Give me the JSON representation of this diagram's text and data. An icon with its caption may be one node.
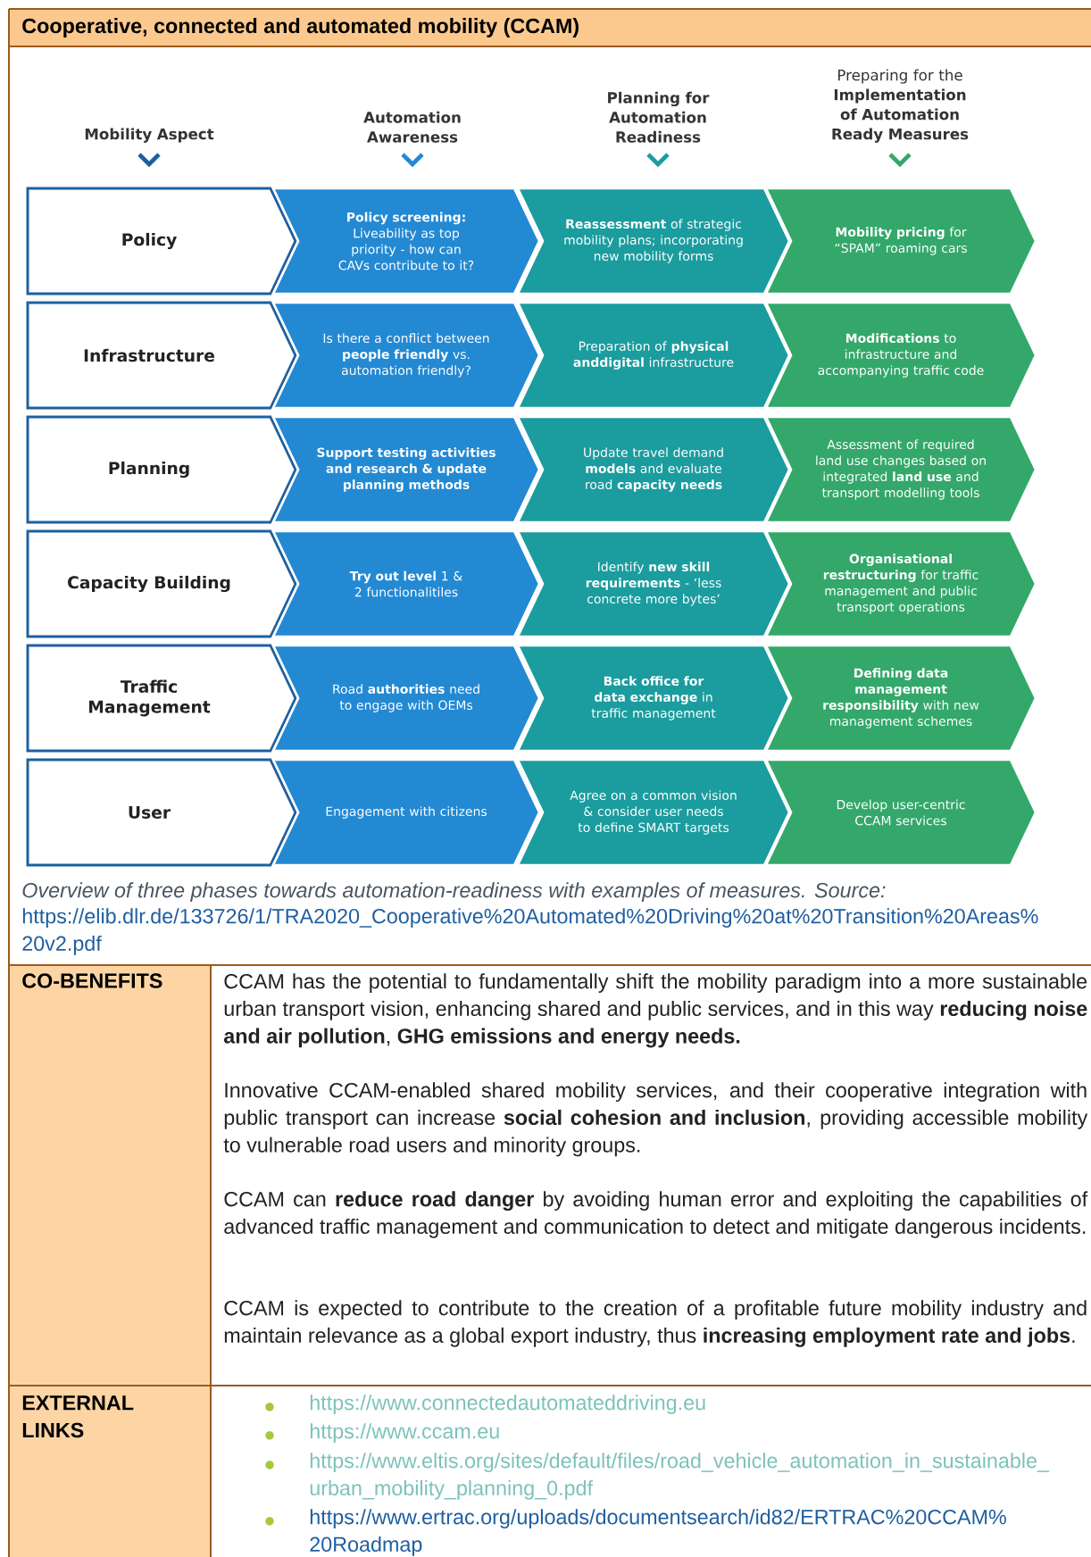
{
  "diagram": {
    "title": "Cooperative, connected and automated mobility (CCAM)",
    "caption": "Overview of three phases towards automation-readiness with examples of measures. Source:",
    "nodes": [
      {
        "text": [
          "Policy"
        ]
      },
      {
        "text": [
          "**Policy screening:** Liveability as top priority - how can CAVs contribute to it?"
        ]
      },
      {
        "text": [
          "**Reassessment** of strategic mobility plans; incorporating new mobility forms"
        ]
      },
      {
        "text": [
          "**Mobility pricing** for “SPAM” roaming cars"
        ]
      },
      {
        "text": [
          "Infrastructure"
        ]
      },
      {
        "text": [
          "Is there a conflict between **people friendly** vs. automation friendly?"
        ]
      },
      {
        "text": [
          "Preparation of **physical anddigital** infrastructure"
        ]
      },
      {
        "text": [
          "**Modifications** to infrastructure and accompanying traffic code"
        ]
      },
      {
        "text": [
          "Planning"
        ]
      },
      {
        "text": [
          "Support testing activities and research & update planning methods"
        ]
      },
      {
        "text": [
          "Update travel demand **models** and evaluate road **capacity needs**"
        ]
      },
      {
        "text": [
          "Assessment of required land use changes based on integrated **land use** and transport modelling tools"
        ]
      },
      {
        "text": [
          "Capacity Building"
        ]
      },
      {
        "text": [
          "**Try out level** 1 & 2 functionalitiles"
        ]
      },
      {
        "text": [
          "Identify **new skill requirements** - ‘less concrete more bytes’"
        ]
      },
      {
        "text": [
          "**Organisational restructuring** for traffic management and public transport operations"
        ]
      },
      {
        "text": [
          "Traffic Management"
        ]
      },
      {
        "text": [
          "Road **authorities** need to engage with OEMs"
        ]
      },
      {
        "text": [
          "**Back office for data exchange** in traffic management"
        ]
      },
      {
        "text": [
          "**Defining data management responsibility** with new management schemes"
        ]
      },
      {
        "text": [
          "User"
        ]
      },
      {
        "text": [
          "Engagement with citizens"
        ]
      },
      {
        "text": [
          "Agree on a common vision & consider user needs to define SMART targets"
        ]
      },
      {
        "text": [
          "Develop user-centric CCAM services"
        ]
      }
    ],
    "labels": [
      "Mobility Aspect",
      "Automation Awareness",
      "Planning for Automation Readiness",
      "Preparing for the **Implementation of Automation Ready Measures**",
      "https://elib.dlr.de/133726/1/TRA2020_Cooperative%20Automated%20Driving%20at%20Transition%20Areas%20v2.pdf",
      "CO-BENEFITS",
      "CCAM has the potential to fundamentally shift the mobility paradigm into a more sustainable urban transport vision, enhancing shared and public services, and in this way **reducing noise and air pollution**, **GHG emissions and energy needs.**",
      "Innovative CCAM-enabled shared mobility services, and their cooperative integration with public transport can increase **social cohesion and inclusion**, providing accessible mobility to vulnerable road users and minority groups.",
      "CCAM can **reduce road danger** by avoiding human error and exploiting the capabilities of advanced traffic management and communication to detect and mitigate dangerous incidents.",
      "CCAM is expected to contribute to the creation of a profitable future mobility industry and maintain relevance as a global export industry, thus **increasing employment rate and jobs**.",
      "EXTERNAL LINKS",
      "https://www.connectedautomateddriving.eu",
      "https://www.ccam.eu",
      "https://www.eltis.org/sites/default/files/road_vehicle_automation_in_sustainable_urban_mobility_planning_0.pdf",
      "https://www.ertrac.org/uploads/documentsearch/id82/ERTRAC%20CCAM%20Roadmap"
    ]
  }
}
